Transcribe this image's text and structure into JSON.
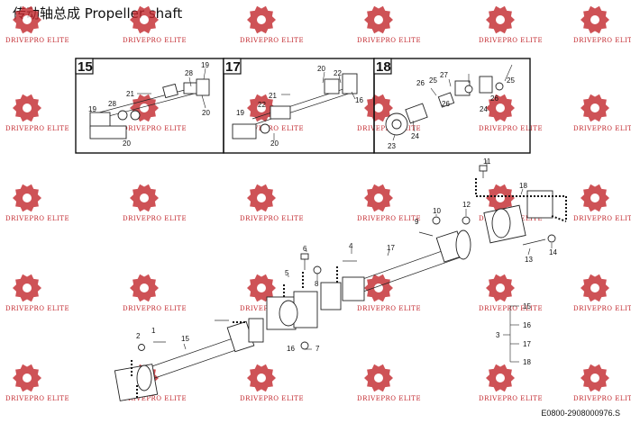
{
  "title": "传动轴总成   Propeller shaft",
  "reference": "E0800-2908000976.S",
  "watermark": "DRIVEPRO ELITE",
  "colors": {
    "watermark": "#c2272d",
    "line": "#222222"
  },
  "panels": [
    {
      "label": "15",
      "callouts": [
        "21",
        "28",
        "19",
        "19",
        "28",
        "20",
        "20"
      ]
    },
    {
      "label": "17",
      "callouts": [
        "20",
        "22",
        "21",
        "16",
        "19",
        "22",
        "20"
      ]
    },
    {
      "label": "18",
      "callouts": [
        "27",
        "25",
        "26",
        "25",
        "26",
        "26",
        "24",
        "24",
        "23"
      ]
    }
  ],
  "main_callouts": [
    "11",
    "18",
    "12",
    "10",
    "9",
    "14",
    "13",
    "17",
    "4",
    "6",
    "5",
    "8",
    "1",
    "2",
    "15",
    "16",
    "7",
    "3"
  ],
  "bracket_items": [
    "15",
    "16",
    "17",
    "18"
  ]
}
